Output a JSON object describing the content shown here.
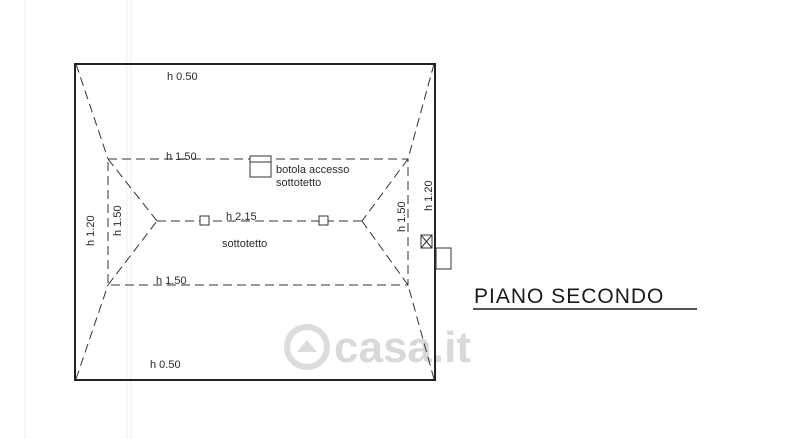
{
  "plan": {
    "title": "PIANO SECONDO",
    "labels": {
      "top_outer": "h 0.50",
      "bottom_outer": "h 0.50",
      "top_inner": "h 1.50",
      "bottom_inner": "h 1.50",
      "left_outer": "h 1.20",
      "right_outer": "h 1.20",
      "left_inner": "h 1.50",
      "right_inner": "h 1.50",
      "ridge": "h 2.15",
      "room": "sottotetto",
      "hatch_line1": "botola accesso",
      "hatch_line2": "sottotetto"
    }
  },
  "watermark": "casa.it"
}
